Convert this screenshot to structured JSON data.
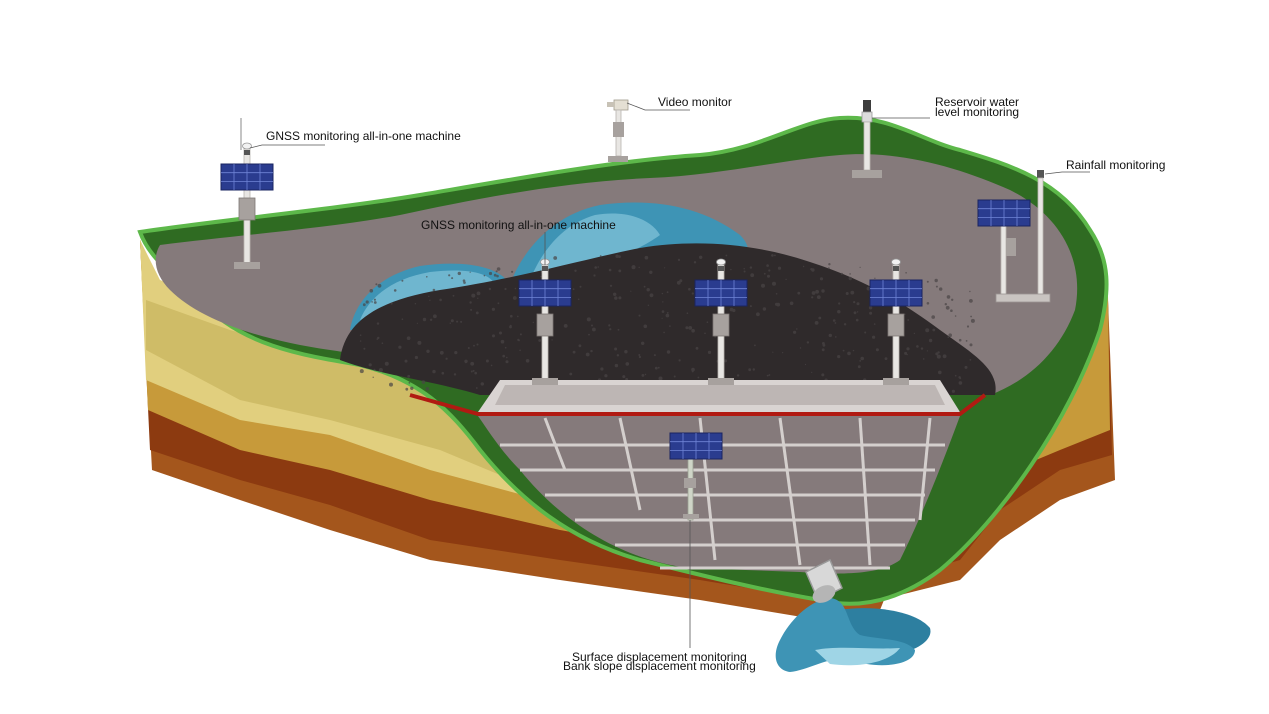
{
  "labels": {
    "gnss_top": "GNSS monitoring all-in-one machine",
    "gnss_center": "GNSS monitoring all-in-one machine",
    "video_monitor": "Video monitor",
    "reservoir_line1": "Reservoir water",
    "reservoir_line2": "level monitoring",
    "rainfall": "Rainfall monitoring",
    "surface_displacement": "Surface displacement monitoring",
    "bank_slope_displacement": "Bank slope displacement monitoring"
  },
  "colors": {
    "grass": "#2f6b22",
    "grass_edge": "#5db84a",
    "ground": "#857a7b",
    "tailings": "#2f2a2b",
    "water": "#3e94b5",
    "soil_sand": "#e1cf7e",
    "soil_ochre": "#c79a3a",
    "soil_rust": "#8c3a10",
    "soil_brown": "#a4561c",
    "solar_panel": "#2a3c8f",
    "dam_line": "#b11a12"
  },
  "icons": [
    "gnss-station-icon",
    "video-camera-icon",
    "water-level-gauge-icon",
    "rain-gauge-icon",
    "solar-panel-icon",
    "drain-pipe-icon"
  ]
}
